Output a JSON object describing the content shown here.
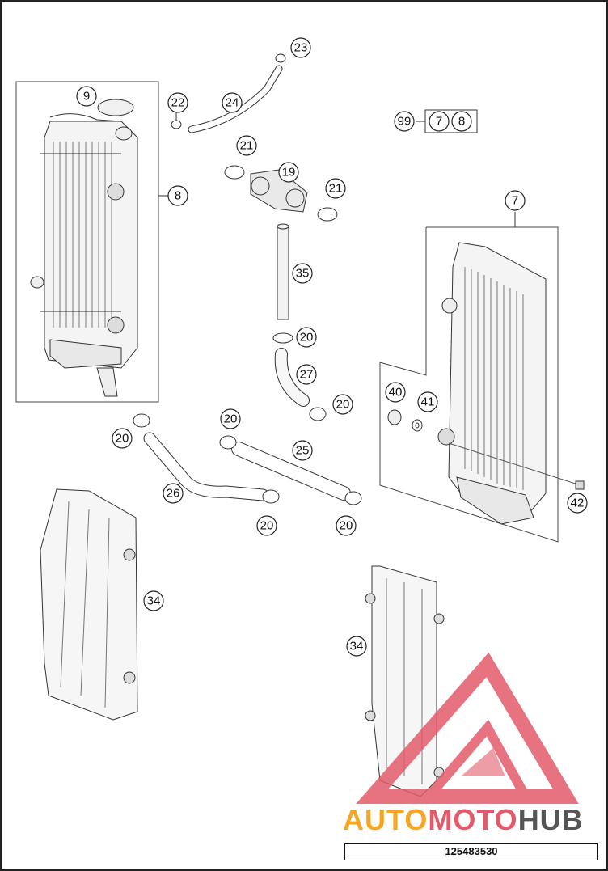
{
  "diagram": {
    "catalog_number": "125483530",
    "kit_label": "99",
    "kit_parts": [
      "7",
      "8"
    ],
    "callouts": {
      "c9": "9",
      "c8": "8",
      "c22": "22",
      "c24": "24",
      "c23": "23",
      "c21a": "21",
      "c19": "19",
      "c21b": "21",
      "c35": "35",
      "c20a": "20",
      "c27": "27",
      "c20b": "20",
      "c7": "7",
      "c40": "40",
      "c41": "41",
      "c42": "42",
      "c20c": "20",
      "c26": "26",
      "c20d": "20",
      "c25": "25",
      "c20e": "20",
      "c20f": "20",
      "c34a": "34",
      "c34b": "34"
    }
  },
  "watermark": {
    "word_part1": "AUTO",
    "word_part2": "MOTO",
    "word_part3": "HUB",
    "color_orange": "#f5a623",
    "color_pink": "#e35b6b",
    "color_gray": "#555555"
  }
}
